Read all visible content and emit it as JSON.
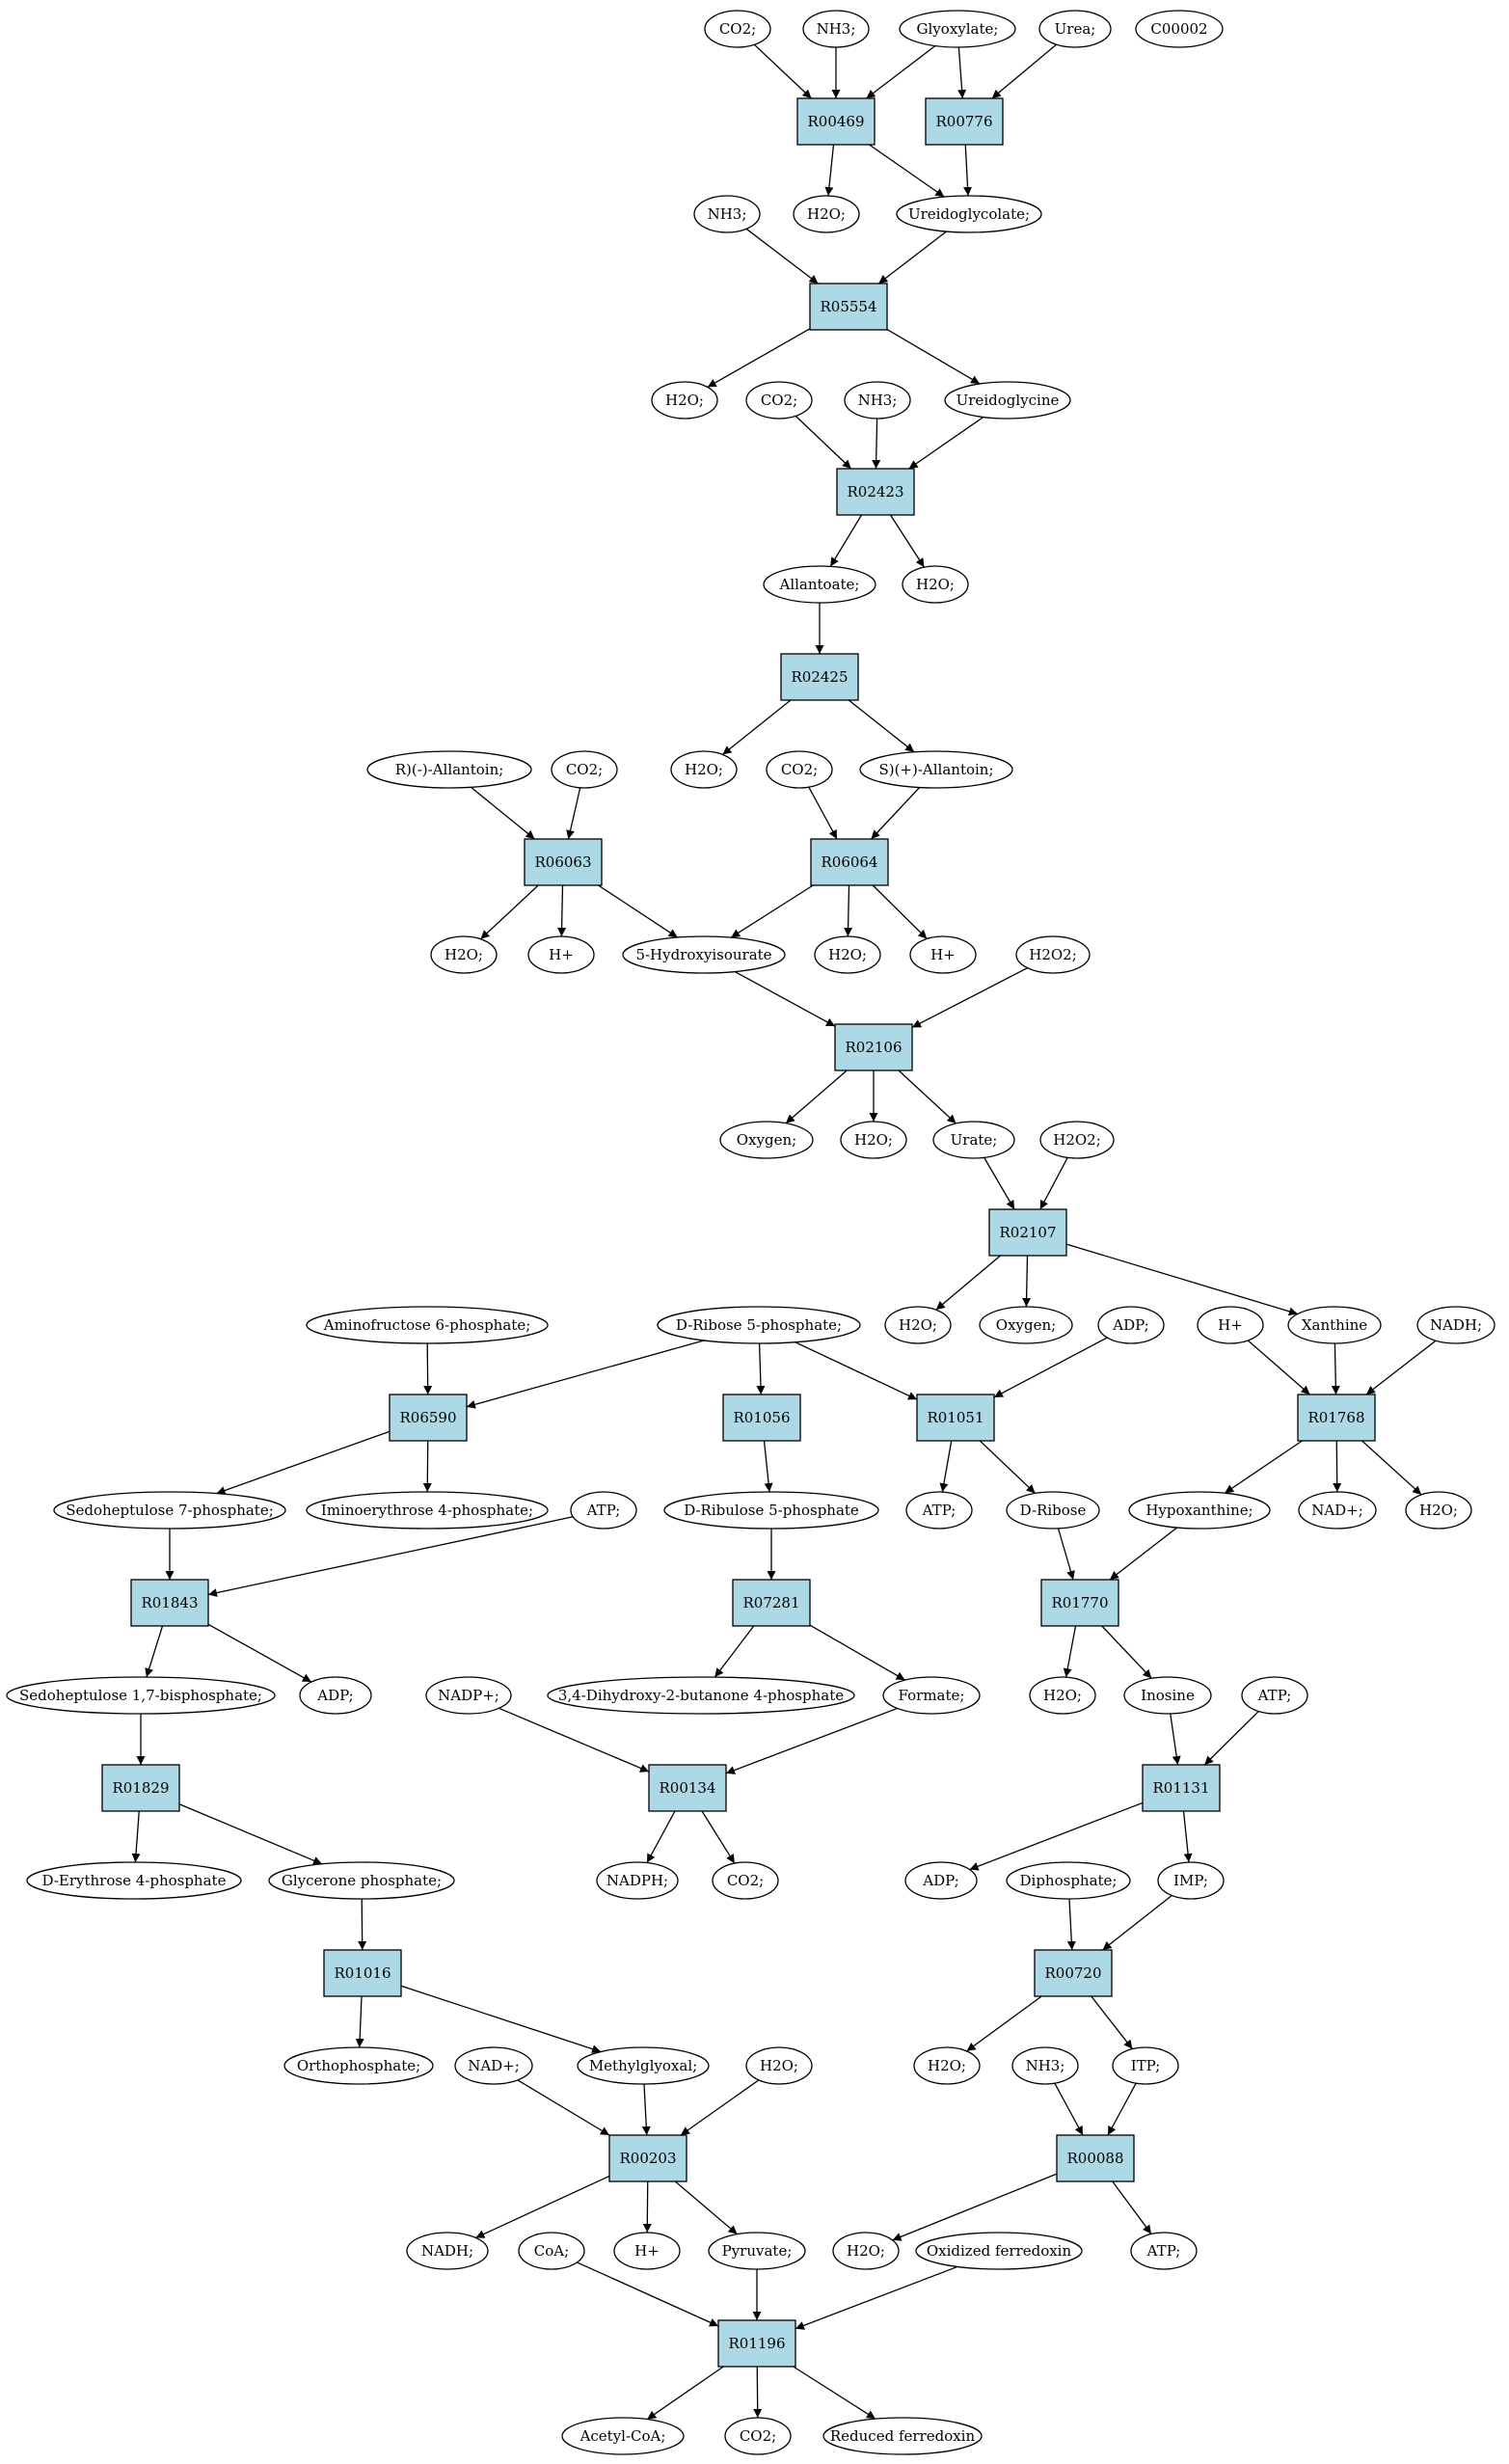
{
  "colors": {
    "reaction_fill": "#add8e6",
    "compound_fill": "#ffffff",
    "highlight_yellow": "#ffff00",
    "highlight_green": "#00ff00",
    "stroke": "#000000"
  },
  "nodes": [
    {
      "id": "c_co2_1",
      "type": "compound",
      "label": "CO2;"
    },
    {
      "id": "c_nh3_1",
      "type": "compound",
      "label": "NH3;"
    },
    {
      "id": "c_glyox",
      "type": "compound",
      "label": "Glyoxylate;"
    },
    {
      "id": "c_urea",
      "type": "compound",
      "label": "Urea;"
    },
    {
      "id": "c_c00002",
      "type": "compound",
      "label": "C00002",
      "color": "yellow"
    },
    {
      "id": "r_R00469",
      "type": "reaction",
      "label": "R00469"
    },
    {
      "id": "r_R00776",
      "type": "reaction",
      "label": "R00776"
    },
    {
      "id": "c_nh3_2",
      "type": "compound",
      "label": "NH3;"
    },
    {
      "id": "c_h2o_1",
      "type": "compound",
      "label": "H2O;"
    },
    {
      "id": "c_ureidoglycolate",
      "type": "compound",
      "label": "Ureidoglycolate;"
    },
    {
      "id": "r_R05554",
      "type": "reaction",
      "label": "R05554"
    },
    {
      "id": "c_h2o_2",
      "type": "compound",
      "label": "H2O;"
    },
    {
      "id": "c_co2_2",
      "type": "compound",
      "label": "CO2;"
    },
    {
      "id": "c_nh3_3",
      "type": "compound",
      "label": "NH3;"
    },
    {
      "id": "c_ureidoglycine",
      "type": "compound",
      "label": "Ureidoglycine"
    },
    {
      "id": "r_R02423",
      "type": "reaction",
      "label": "R02423"
    },
    {
      "id": "c_allantoate",
      "type": "compound",
      "label": "Allantoate;"
    },
    {
      "id": "c_h2o_3",
      "type": "compound",
      "label": "H2O;"
    },
    {
      "id": "r_R02425",
      "type": "reaction",
      "label": "R02425"
    },
    {
      "id": "c_r_allantoin",
      "type": "compound",
      "label": "R)(-)-Allantoin;"
    },
    {
      "id": "c_co2_3",
      "type": "compound",
      "label": "CO2;"
    },
    {
      "id": "c_h2o_4",
      "type": "compound",
      "label": "H2O;"
    },
    {
      "id": "c_co2_4",
      "type": "compound",
      "label": "CO2;"
    },
    {
      "id": "c_s_allantoin",
      "type": "compound",
      "label": "S)(+)-Allantoin;"
    },
    {
      "id": "r_R06063",
      "type": "reaction",
      "label": "R06063"
    },
    {
      "id": "r_R06064",
      "type": "reaction",
      "label": "R06064"
    },
    {
      "id": "c_h2o_5",
      "type": "compound",
      "label": "H2O;"
    },
    {
      "id": "c_hplus_1",
      "type": "compound",
      "label": "H+"
    },
    {
      "id": "c_5hiu",
      "type": "compound",
      "label": "5-Hydroxyisourate"
    },
    {
      "id": "c_h2o_6",
      "type": "compound",
      "label": "H2O;"
    },
    {
      "id": "c_hplus_2",
      "type": "compound",
      "label": "H+"
    },
    {
      "id": "c_h2o2_1",
      "type": "compound",
      "label": "H2O2;"
    },
    {
      "id": "r_R02106",
      "type": "reaction",
      "label": "R02106"
    },
    {
      "id": "c_oxygen_1",
      "type": "compound",
      "label": "Oxygen;"
    },
    {
      "id": "c_h2o_7",
      "type": "compound",
      "label": "H2O;"
    },
    {
      "id": "c_urate",
      "type": "compound",
      "label": "Urate;"
    },
    {
      "id": "c_h2o2_2",
      "type": "compound",
      "label": "H2O2;"
    },
    {
      "id": "r_R02107",
      "type": "reaction",
      "label": "R02107"
    },
    {
      "id": "c_h2o_8",
      "type": "compound",
      "label": "H2O;"
    },
    {
      "id": "c_oxygen_2",
      "type": "compound",
      "label": "Oxygen;"
    },
    {
      "id": "c_adp_1",
      "type": "compound",
      "label": "ADP;"
    },
    {
      "id": "c_hplus_3",
      "type": "compound",
      "label": "H+"
    },
    {
      "id": "c_xanthine",
      "type": "compound",
      "label": "Xanthine"
    },
    {
      "id": "c_nadh_1",
      "type": "compound",
      "label": "NADH;"
    },
    {
      "id": "c_amf6p",
      "type": "compound",
      "label": "Aminofructose 6-phosphate;"
    },
    {
      "id": "c_dr5p",
      "type": "compound",
      "label": "D-Ribose 5-phosphate;",
      "color": "green"
    },
    {
      "id": "r_R06590",
      "type": "reaction",
      "label": "R06590"
    },
    {
      "id": "r_R01056",
      "type": "reaction",
      "label": "R01056"
    },
    {
      "id": "r_R01051",
      "type": "reaction",
      "label": "R01051"
    },
    {
      "id": "r_R01768",
      "type": "reaction",
      "label": "R01768"
    },
    {
      "id": "c_s7p",
      "type": "compound",
      "label": "Sedoheptulose 7-phosphate;"
    },
    {
      "id": "c_ie4p",
      "type": "compound",
      "label": "Iminoerythrose 4-phosphate;"
    },
    {
      "id": "c_atp_1",
      "type": "compound",
      "label": "ATP;"
    },
    {
      "id": "c_dru5p",
      "type": "compound",
      "label": "D-Ribulose 5-phosphate"
    },
    {
      "id": "c_atp_2",
      "type": "compound",
      "label": "ATP;"
    },
    {
      "id": "c_dribose",
      "type": "compound",
      "label": "D-Ribose"
    },
    {
      "id": "c_hypox",
      "type": "compound",
      "label": "Hypoxanthine;"
    },
    {
      "id": "c_nadplus_1",
      "type": "compound",
      "label": "NAD+;"
    },
    {
      "id": "c_h2o_9",
      "type": "compound",
      "label": "H2O;"
    },
    {
      "id": "r_R01843",
      "type": "reaction",
      "label": "R01843"
    },
    {
      "id": "r_R07281",
      "type": "reaction",
      "label": "R07281"
    },
    {
      "id": "r_R01770",
      "type": "reaction",
      "label": "R01770"
    },
    {
      "id": "c_s17bp",
      "type": "compound",
      "label": "Sedoheptulose 1,7-bisphosphate;"
    },
    {
      "id": "c_adp_2",
      "type": "compound",
      "label": "ADP;"
    },
    {
      "id": "c_nadpplus",
      "type": "compound",
      "label": "NADP+;"
    },
    {
      "id": "c_dhb4p",
      "type": "compound",
      "label": "3,4-Dihydroxy-2-butanone 4-phosphate"
    },
    {
      "id": "c_formate",
      "type": "compound",
      "label": "Formate;"
    },
    {
      "id": "c_h2o_10",
      "type": "compound",
      "label": "H2O;"
    },
    {
      "id": "c_inosine",
      "type": "compound",
      "label": "Inosine"
    },
    {
      "id": "c_atp_3",
      "type": "compound",
      "label": "ATP;"
    },
    {
      "id": "r_R01829",
      "type": "reaction",
      "label": "R01829"
    },
    {
      "id": "r_R00134",
      "type": "reaction",
      "label": "R00134"
    },
    {
      "id": "r_R01131",
      "type": "reaction",
      "label": "R01131"
    },
    {
      "id": "c_de4p",
      "type": "compound",
      "label": "D-Erythrose 4-phosphate"
    },
    {
      "id": "c_glycp",
      "type": "compound",
      "label": "Glycerone phosphate;"
    },
    {
      "id": "c_nadph",
      "type": "compound",
      "label": "NADPH;"
    },
    {
      "id": "c_co2_5",
      "type": "compound",
      "label": "CO2;"
    },
    {
      "id": "c_adp_3",
      "type": "compound",
      "label": "ADP;"
    },
    {
      "id": "c_diphos",
      "type": "compound",
      "label": "Diphosphate;"
    },
    {
      "id": "c_imp",
      "type": "compound",
      "label": "IMP;"
    },
    {
      "id": "r_R01016",
      "type": "reaction",
      "label": "R01016"
    },
    {
      "id": "r_R00720",
      "type": "reaction",
      "label": "R00720"
    },
    {
      "id": "c_orthop",
      "type": "compound",
      "label": "Orthophosphate;"
    },
    {
      "id": "c_nadplus_2",
      "type": "compound",
      "label": "NAD+;"
    },
    {
      "id": "c_methylglyoxal",
      "type": "compound",
      "label": "Methylglyoxal;"
    },
    {
      "id": "c_h2o_11",
      "type": "compound",
      "label": "H2O;"
    },
    {
      "id": "c_h2o_12",
      "type": "compound",
      "label": "H2O;"
    },
    {
      "id": "c_nh3_4",
      "type": "compound",
      "label": "NH3;"
    },
    {
      "id": "c_itp",
      "type": "compound",
      "label": "ITP;"
    },
    {
      "id": "r_R00203",
      "type": "reaction",
      "label": "R00203"
    },
    {
      "id": "r_R00088",
      "type": "reaction",
      "label": "R00088"
    },
    {
      "id": "c_nadh_2",
      "type": "compound",
      "label": "NADH;"
    },
    {
      "id": "c_coa",
      "type": "compound",
      "label": "CoA;"
    },
    {
      "id": "c_hplus_4",
      "type": "compound",
      "label": "H+"
    },
    {
      "id": "c_pyruvate",
      "type": "compound",
      "label": "Pyruvate;"
    },
    {
      "id": "c_h2o_13",
      "type": "compound",
      "label": "H2O;"
    },
    {
      "id": "c_oxferr",
      "type": "compound",
      "label": "Oxidized ferredoxin"
    },
    {
      "id": "c_atp_4",
      "type": "compound",
      "label": "ATP;"
    },
    {
      "id": "r_R01196",
      "type": "reaction",
      "label": "R01196"
    },
    {
      "id": "c_acetylcoa",
      "type": "compound",
      "label": "Acetyl-CoA;"
    },
    {
      "id": "c_co2_6",
      "type": "compound",
      "label": "CO2;"
    },
    {
      "id": "c_redferr",
      "type": "compound",
      "label": "Reduced ferredoxin"
    }
  ],
  "edges": [
    [
      "c_co2_1",
      "r_R00469"
    ],
    [
      "c_nh3_1",
      "r_R00469"
    ],
    [
      "c_glyox",
      "r_R00469"
    ],
    [
      "c_glyox",
      "r_R00776"
    ],
    [
      "c_urea",
      "r_R00776"
    ],
    [
      "r_R00469",
      "c_h2o_1"
    ],
    [
      "r_R00469",
      "c_ureidoglycolate"
    ],
    [
      "r_R00776",
      "c_ureidoglycolate"
    ],
    [
      "c_nh3_2",
      "r_R05554"
    ],
    [
      "c_ureidoglycolate",
      "r_R05554"
    ],
    [
      "r_R05554",
      "c_h2o_2"
    ],
    [
      "r_R05554",
      "c_ureidoglycine"
    ],
    [
      "c_co2_2",
      "r_R02423"
    ],
    [
      "c_nh3_3",
      "r_R02423"
    ],
    [
      "c_ureidoglycine",
      "r_R02423"
    ],
    [
      "r_R02423",
      "c_allantoate"
    ],
    [
      "r_R02423",
      "c_h2o_3"
    ],
    [
      "c_allantoate",
      "r_R02425"
    ],
    [
      "r_R02425",
      "c_h2o_4"
    ],
    [
      "r_R02425",
      "c_s_allantoin"
    ],
    [
      "c_r_allantoin",
      "r_R06063"
    ],
    [
      "c_co2_3",
      "r_R06063"
    ],
    [
      "c_co2_4",
      "r_R06064"
    ],
    [
      "c_s_allantoin",
      "r_R06064"
    ],
    [
      "r_R06063",
      "c_h2o_5"
    ],
    [
      "r_R06063",
      "c_hplus_1"
    ],
    [
      "r_R06063",
      "c_5hiu"
    ],
    [
      "r_R06064",
      "c_5hiu"
    ],
    [
      "r_R06064",
      "c_h2o_6"
    ],
    [
      "r_R06064",
      "c_hplus_2"
    ],
    [
      "c_5hiu",
      "r_R02106"
    ],
    [
      "c_h2o2_1",
      "r_R02106"
    ],
    [
      "r_R02106",
      "c_oxygen_1"
    ],
    [
      "r_R02106",
      "c_h2o_7"
    ],
    [
      "r_R02106",
      "c_urate"
    ],
    [
      "c_urate",
      "r_R02107"
    ],
    [
      "c_h2o2_2",
      "r_R02107"
    ],
    [
      "r_R02107",
      "c_h2o_8"
    ],
    [
      "r_R02107",
      "c_oxygen_2"
    ],
    [
      "r_R02107",
      "c_xanthine"
    ],
    [
      "c_amf6p",
      "r_R06590"
    ],
    [
      "c_dr5p",
      "r_R06590"
    ],
    [
      "c_dr5p",
      "r_R01056"
    ],
    [
      "c_dr5p",
      "r_R01051"
    ],
    [
      "c_adp_1",
      "r_R01051"
    ],
    [
      "c_hplus_3",
      "r_R01768"
    ],
    [
      "c_xanthine",
      "r_R01768"
    ],
    [
      "c_nadh_1",
      "r_R01768"
    ],
    [
      "r_R06590",
      "c_s7p"
    ],
    [
      "r_R06590",
      "c_ie4p"
    ],
    [
      "r_R01056",
      "c_dru5p"
    ],
    [
      "r_R01051",
      "c_atp_2"
    ],
    [
      "r_R01051",
      "c_dribose"
    ],
    [
      "r_R01768",
      "c_hypox"
    ],
    [
      "r_R01768",
      "c_nadplus_1"
    ],
    [
      "r_R01768",
      "c_h2o_9"
    ],
    [
      "c_s7p",
      "r_R01843"
    ],
    [
      "c_atp_1",
      "r_R01843"
    ],
    [
      "c_dru5p",
      "r_R07281"
    ],
    [
      "c_dribose",
      "r_R01770"
    ],
    [
      "c_hypox",
      "r_R01770"
    ],
    [
      "r_R01843",
      "c_s17bp"
    ],
    [
      "r_R01843",
      "c_adp_2"
    ],
    [
      "r_R07281",
      "c_dhb4p"
    ],
    [
      "r_R07281",
      "c_formate"
    ],
    [
      "r_R01770",
      "c_h2o_10"
    ],
    [
      "r_R01770",
      "c_inosine"
    ],
    [
      "c_s17bp",
      "r_R01829"
    ],
    [
      "c_nadpplus",
      "r_R00134"
    ],
    [
      "c_formate",
      "r_R00134"
    ],
    [
      "c_inosine",
      "r_R01131"
    ],
    [
      "c_atp_3",
      "r_R01131"
    ],
    [
      "r_R01829",
      "c_de4p"
    ],
    [
      "r_R01829",
      "c_glycp"
    ],
    [
      "r_R00134",
      "c_nadph"
    ],
    [
      "r_R00134",
      "c_co2_5"
    ],
    [
      "r_R01131",
      "c_adp_3"
    ],
    [
      "r_R01131",
      "c_imp"
    ],
    [
      "c_glycp",
      "r_R01016"
    ],
    [
      "c_diphos",
      "r_R00720"
    ],
    [
      "c_imp",
      "r_R00720"
    ],
    [
      "r_R01016",
      "c_orthop"
    ],
    [
      "r_R01016",
      "c_methylglyoxal"
    ],
    [
      "r_R00720",
      "c_h2o_12"
    ],
    [
      "r_R00720",
      "c_itp"
    ],
    [
      "c_nadplus_2",
      "r_R00203"
    ],
    [
      "c_methylglyoxal",
      "r_R00203"
    ],
    [
      "c_h2o_11",
      "r_R00203"
    ],
    [
      "c_nh3_4",
      "r_R00088"
    ],
    [
      "c_itp",
      "r_R00088"
    ],
    [
      "r_R00203",
      "c_nadh_2"
    ],
    [
      "r_R00203",
      "c_hplus_4"
    ],
    [
      "r_R00203",
      "c_pyruvate"
    ],
    [
      "r_R00088",
      "c_h2o_13"
    ],
    [
      "r_R00088",
      "c_atp_4"
    ],
    [
      "c_coa",
      "r_R01196"
    ],
    [
      "c_pyruvate",
      "r_R01196"
    ],
    [
      "c_oxferr",
      "r_R01196"
    ],
    [
      "r_R01196",
      "c_acetylcoa"
    ],
    [
      "r_R01196",
      "c_co2_6"
    ],
    [
      "r_R01196",
      "c_redferr"
    ]
  ]
}
